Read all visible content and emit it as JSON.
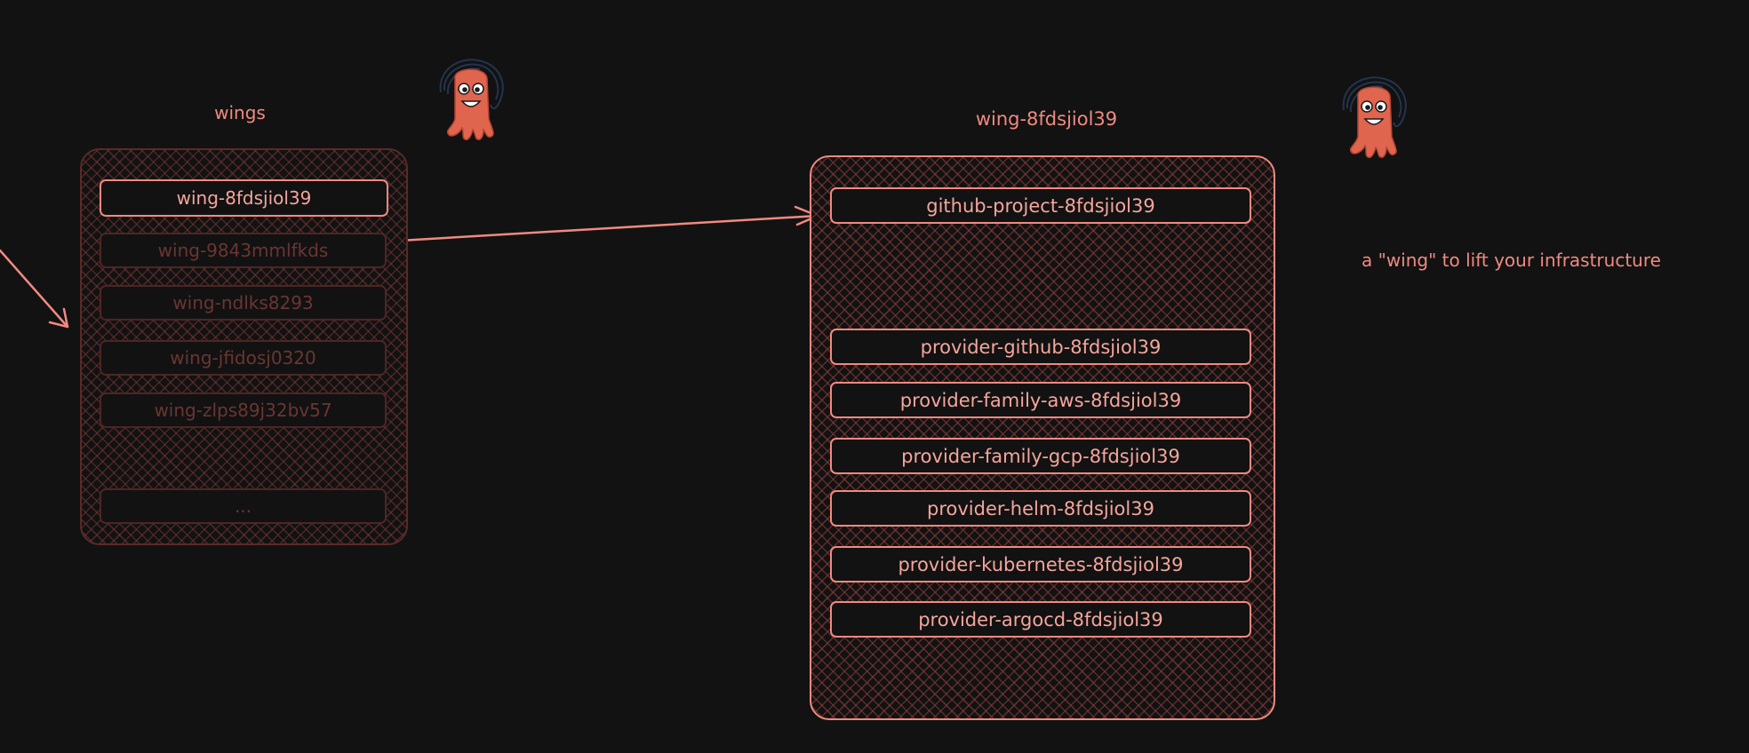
{
  "left_panel": {
    "title": "wings",
    "items": [
      {
        "label": "wing-8fdsjiol39",
        "state": "active"
      },
      {
        "label": "wing-9843mmlfkds",
        "state": "dim"
      },
      {
        "label": "wing-ndlks8293",
        "state": "dim"
      },
      {
        "label": "wing-jfidosj0320",
        "state": "dim"
      },
      {
        "label": "wing-zlps89j32bv57",
        "state": "dim"
      },
      {
        "label": "...",
        "state": "dim"
      }
    ]
  },
  "right_panel": {
    "title": "wing-8fdsjiol39",
    "items": [
      {
        "label": "github-project-8fdsjiol39"
      },
      {
        "label": "provider-github-8fdsjiol39"
      },
      {
        "label": "provider-family-aws-8fdsjiol39"
      },
      {
        "label": "provider-family-gcp-8fdsjiol39"
      },
      {
        "label": "provider-helm-8fdsjiol39"
      },
      {
        "label": "provider-kubernetes-8fdsjiol39"
      },
      {
        "label": "provider-argocd-8fdsjiol39"
      }
    ]
  },
  "tagline": "a \"wing\" to lift your infrastructure",
  "mascots": [
    {
      "icon": "octopus-mascot-icon"
    },
    {
      "icon": "octopus-mascot-icon"
    }
  ],
  "colors": {
    "background": "#121212",
    "accent": "#f08a80",
    "dim": "#6b3532",
    "mascot_body": "#e0654f",
    "mascot_outline": "#23344f"
  }
}
